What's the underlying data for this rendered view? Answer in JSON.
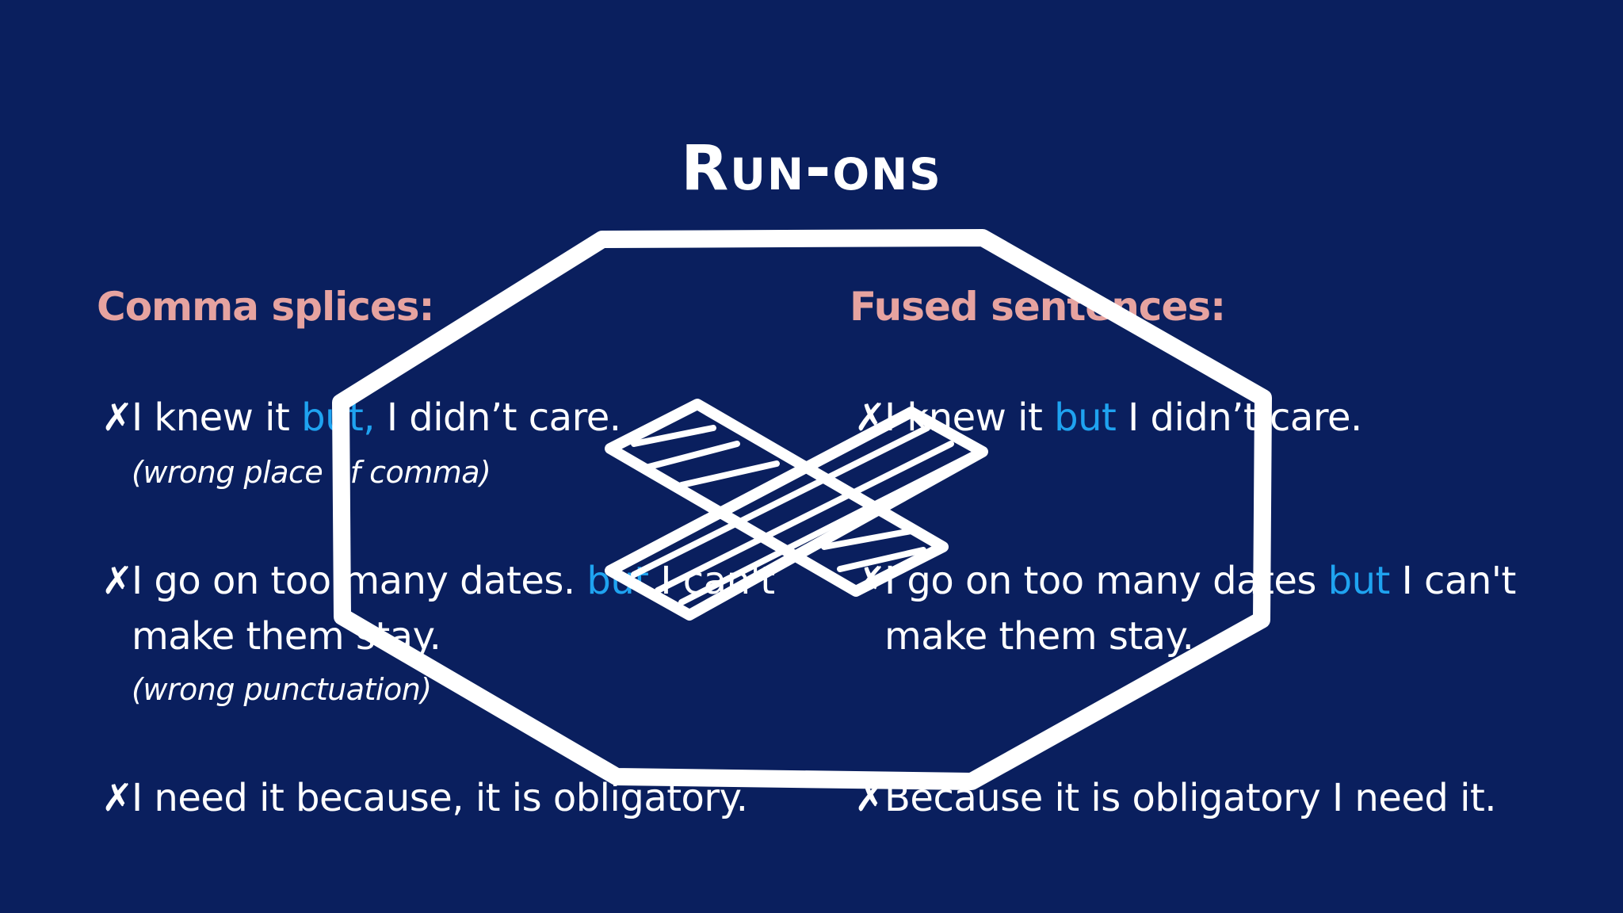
{
  "title": "Run-ons",
  "left": {
    "heading": "Comma splices:",
    "items": [
      {
        "mark": "✗",
        "before": "I knew it ",
        "highlight": "but,",
        "after": " I didn’t care.",
        "note": "(wrong place of comma)"
      },
      {
        "mark": "✗",
        "before": "I go on too many dates. ",
        "highlight": "but",
        "after": " I can't",
        "line2": "make them stay.",
        "note": "(wrong punctuation)"
      },
      {
        "mark": "✗",
        "before": "I need it because, it is obligatory."
      }
    ]
  },
  "right": {
    "heading": "Fused sentences:",
    "items": [
      {
        "mark": "✗",
        "before": "I knew it ",
        "highlight": "but",
        "after": " I didn’t care."
      },
      {
        "mark": "✗",
        "before": "I go on too many dates ",
        "highlight": "but",
        "after": " I can't",
        "line2": "make them stay."
      },
      {
        "mark": "✗",
        "before": "Because it is obligatory I need it."
      }
    ]
  },
  "colors": {
    "background": "#0a1f5e",
    "heading": "#e6a3a0",
    "highlight": "#1fa3f0",
    "text": "#ffffff"
  },
  "overlay_icon": "stop-octagon-x-icon"
}
